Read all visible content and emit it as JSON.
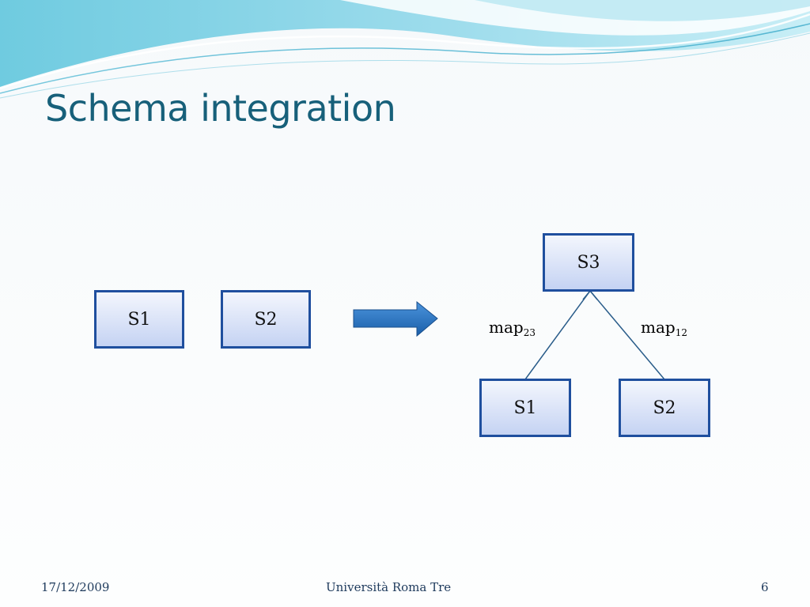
{
  "slide": {
    "title": "Schema integration",
    "left_group": {
      "box_s1": "S1",
      "box_s2": "S2"
    },
    "right_group": {
      "box_s3": "S3",
      "box_s1": "S1",
      "box_s2": "S2",
      "map_left": {
        "base": "map",
        "subscript": "23"
      },
      "map_right": {
        "base": "map",
        "subscript": "12"
      }
    },
    "arrow_icon": "right-arrow-icon",
    "colors": {
      "title": "#17607a",
      "box_border": "#1f4f9e",
      "arrow": "#1f6fc2",
      "lines": "#2a5d8a"
    }
  },
  "footer": {
    "date": "17/12/2009",
    "organization": "Università Roma Tre",
    "page_number": "6"
  }
}
